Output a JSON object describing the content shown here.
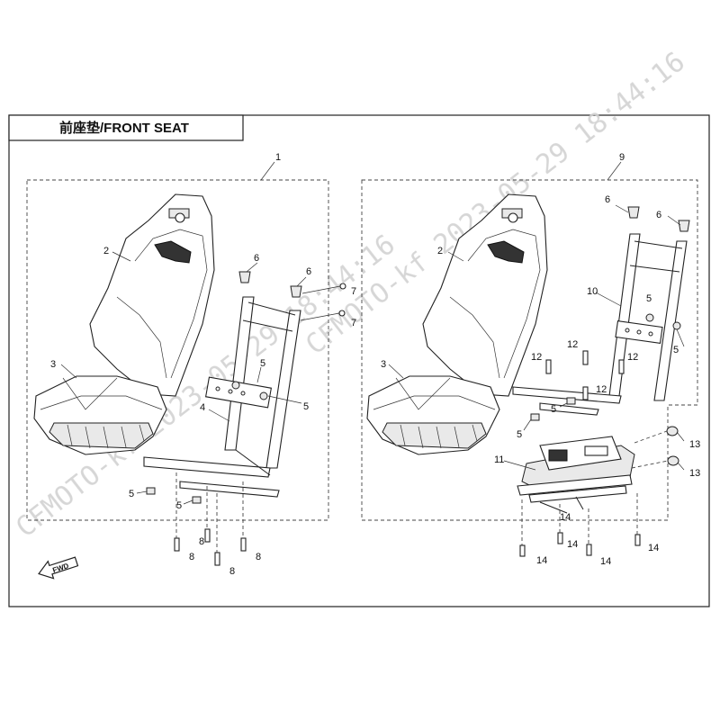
{
  "header": {
    "title": "前座垫/FRONT SEAT"
  },
  "watermark": {
    "text": "CFMOTO-kf 2023-05-29 18:44:16",
    "color": "#d2d2d2"
  },
  "fwd_arrow": {
    "label": "FWD",
    "icon": "forward-arrow-icon"
  },
  "left_assembly": {
    "callouts": {
      "assembly": "1",
      "backrest": "2",
      "cushion": "3",
      "frame": "4",
      "nut_a": "5",
      "nut_b": "5",
      "nut_c": "5",
      "nut_d": "5",
      "clip_a": "6",
      "clip_b": "6",
      "pin_a": "7",
      "pin_b": "7",
      "bolt_a": "8",
      "bolt_b": "8",
      "bolt_c": "8",
      "bolt_d": "8"
    }
  },
  "right_assembly": {
    "callouts": {
      "assembly": "9",
      "backrest": "2",
      "cushion": "3",
      "frame": "10",
      "slider": "11",
      "bolt12_a": "12",
      "bolt12_b": "12",
      "bolt12_c": "12",
      "bolt12_d": "12",
      "nut_a": "5",
      "nut_b": "5",
      "nut_c": "5",
      "nut_d": "5",
      "clip_a": "6",
      "clip_b": "6",
      "bushing_a": "13",
      "bushing_b": "13",
      "bolt14_a": "14",
      "bolt14_b": "14",
      "bolt14_c": "14",
      "bolt14_d": "14",
      "bolt14_e": "14"
    }
  }
}
